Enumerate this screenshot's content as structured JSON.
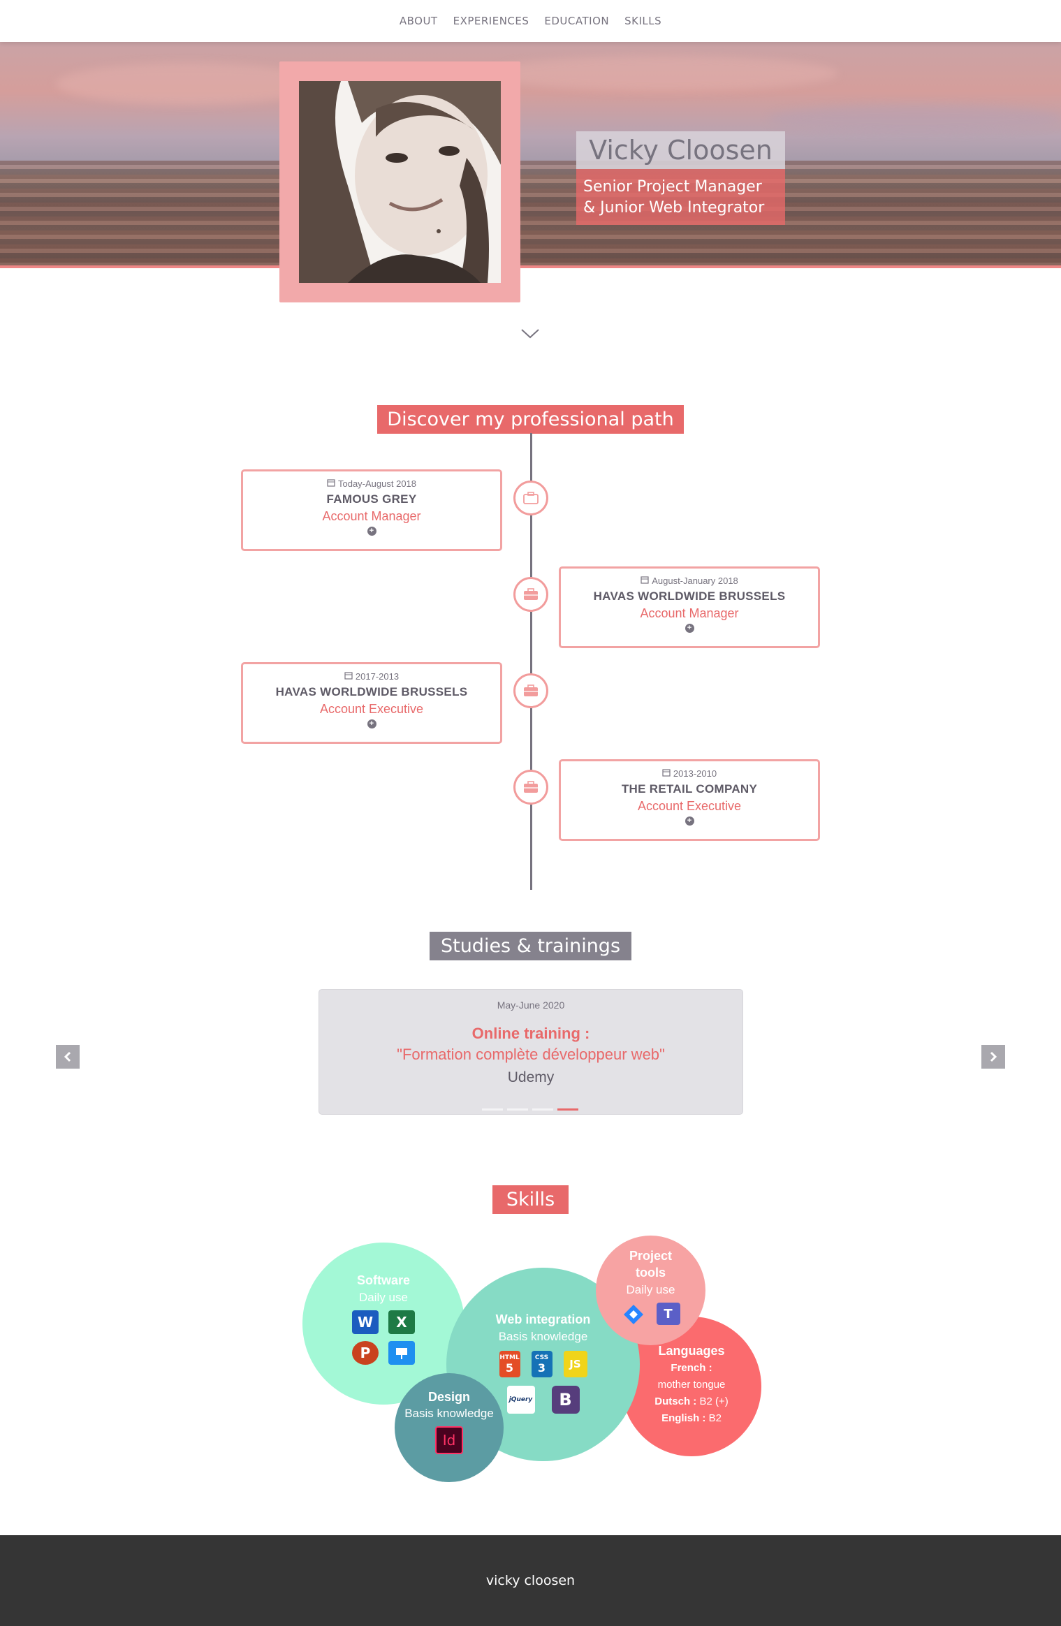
{
  "nav": {
    "items": [
      "ABOUT",
      "EXPERIENCES",
      "EDUCATION",
      "SKILLS"
    ]
  },
  "hero": {
    "name": "Vicky Cloosen",
    "title_line1": "Senior Project Manager",
    "title_line2": "& Junior Web Integrator"
  },
  "experience": {
    "heading": "Discover my professional path",
    "items": [
      {
        "date": "Today-August 2018",
        "company": "FAMOUS GREY",
        "role": "Account Manager",
        "more": "+"
      },
      {
        "date": "August-January 2018",
        "company": "HAVAS WORLDWIDE BRUSSELS",
        "role": "Account Manager",
        "more": "+"
      },
      {
        "date": "2017-2013",
        "company": "HAVAS WORLDWIDE BRUSSELS",
        "role": "Account Executive",
        "more": "+"
      },
      {
        "date": "2013-2010",
        "company": "THE RETAIL COMPANY",
        "role": "Account Executive",
        "more": "+"
      }
    ]
  },
  "studies": {
    "heading": "Studies & trainings",
    "active_slide": 4,
    "slide_count": 4,
    "slide": {
      "date": "May-June 2020",
      "title": "Online training :",
      "subtitle": "\"Formation complète développeur web\"",
      "institution": "Udemy"
    }
  },
  "skills": {
    "heading": "Skills",
    "software": {
      "title": "Software",
      "level": "Daily use",
      "icons": [
        "word-icon",
        "excel-icon",
        "powerpoint-icon",
        "keynote-icon"
      ]
    },
    "web": {
      "title": "Web integration",
      "level": "Basis knowledge",
      "icons": [
        "html5-icon",
        "css3-icon",
        "javascript-icon",
        "jquery-icon",
        "bootstrap-icon"
      ]
    },
    "project": {
      "title_line1": "Project",
      "title_line2": "tools",
      "level": "Daily use",
      "icons": [
        "jira-icon",
        "teams-icon"
      ]
    },
    "languages": {
      "title": "Languages",
      "french_label": "French :",
      "french_value": "mother tongue",
      "dutch_label": "Dutsch :",
      "dutch_value": "B2 (+)",
      "english_label": "English :",
      "english_value": "B2"
    },
    "design": {
      "title": "Design",
      "level": "Basis knowledge",
      "icons": [
        "indesign-icon"
      ]
    },
    "icon_text": {
      "word": "W",
      "excel": "X",
      "powerpoint": "P",
      "indesign": "Id",
      "jquery": "jQuery",
      "bootstrap": "B",
      "teams": "T",
      "html": "HTML",
      "css": "CSS",
      "js": "JS"
    }
  },
  "footer": {
    "text": "vicky cloosen"
  },
  "colors": {
    "accent": "#e8696a",
    "grey_heading": "#85828d",
    "software_bubble": "#a3f8d6",
    "web_bubble": "#86dbc5",
    "project_bubble": "#f7a3a3",
    "languages_bubble": "#fb6b6e",
    "design_bubble": "#5c9ca3",
    "footer": "#353535"
  }
}
